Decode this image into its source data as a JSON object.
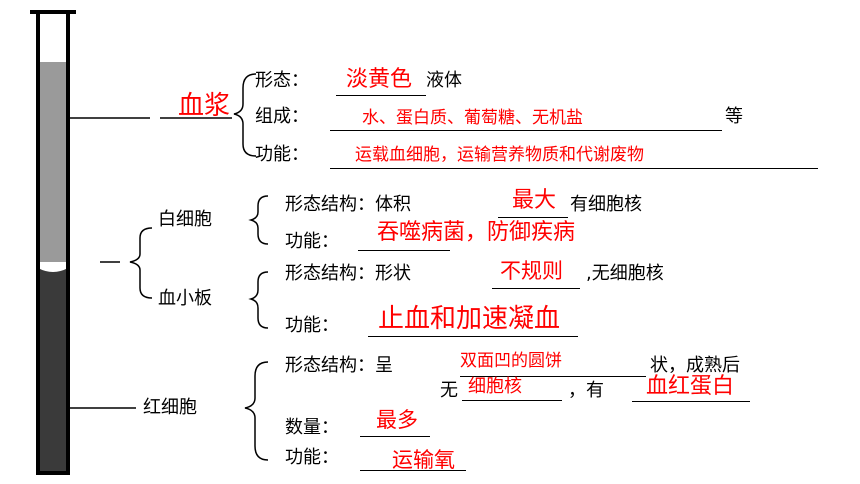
{
  "plasma": {
    "label": "血浆",
    "shape_label": "形态：",
    "shape_answer": "淡黄色",
    "shape_tail": "液体",
    "composition_label": "组成：",
    "composition_answer": "水、蛋白质、葡萄糖、无机盐",
    "composition_tail": "等",
    "function_label": "功能：",
    "function_answer": "运载血细胞，运输营养物质和代谢废物"
  },
  "white_cell": {
    "label": "白细胞",
    "structure_label": "形态结构：体积",
    "structure_answer": "最大",
    "structure_tail": "有细胞核",
    "function_label": "功能：",
    "function_answer": "吞噬病菌，防御疾病"
  },
  "platelet": {
    "label": "血小板",
    "structure_label": "形态结构：形状",
    "structure_answer": "不规则",
    "structure_tail": ",无细胞核",
    "function_label": "功能：",
    "function_answer": "止血和加速凝血"
  },
  "red_cell": {
    "label": "红细胞",
    "structure_label": "形态结构：呈",
    "structure_answer": "双面凹的圆饼",
    "structure_tail": "状，成熟后",
    "nucleus_prefix": "无",
    "nucleus_answer": "细胞核",
    "has_label": "，有",
    "has_answer": "血红蛋白",
    "count_label": "数量：",
    "count_answer": "最多",
    "function_label": "功能：",
    "function_answer": "运输氧"
  },
  "colors": {
    "answer": "#ff0000",
    "plasma_layer": "#9a9a9a",
    "cell_layer": "#3a3a3a"
  }
}
